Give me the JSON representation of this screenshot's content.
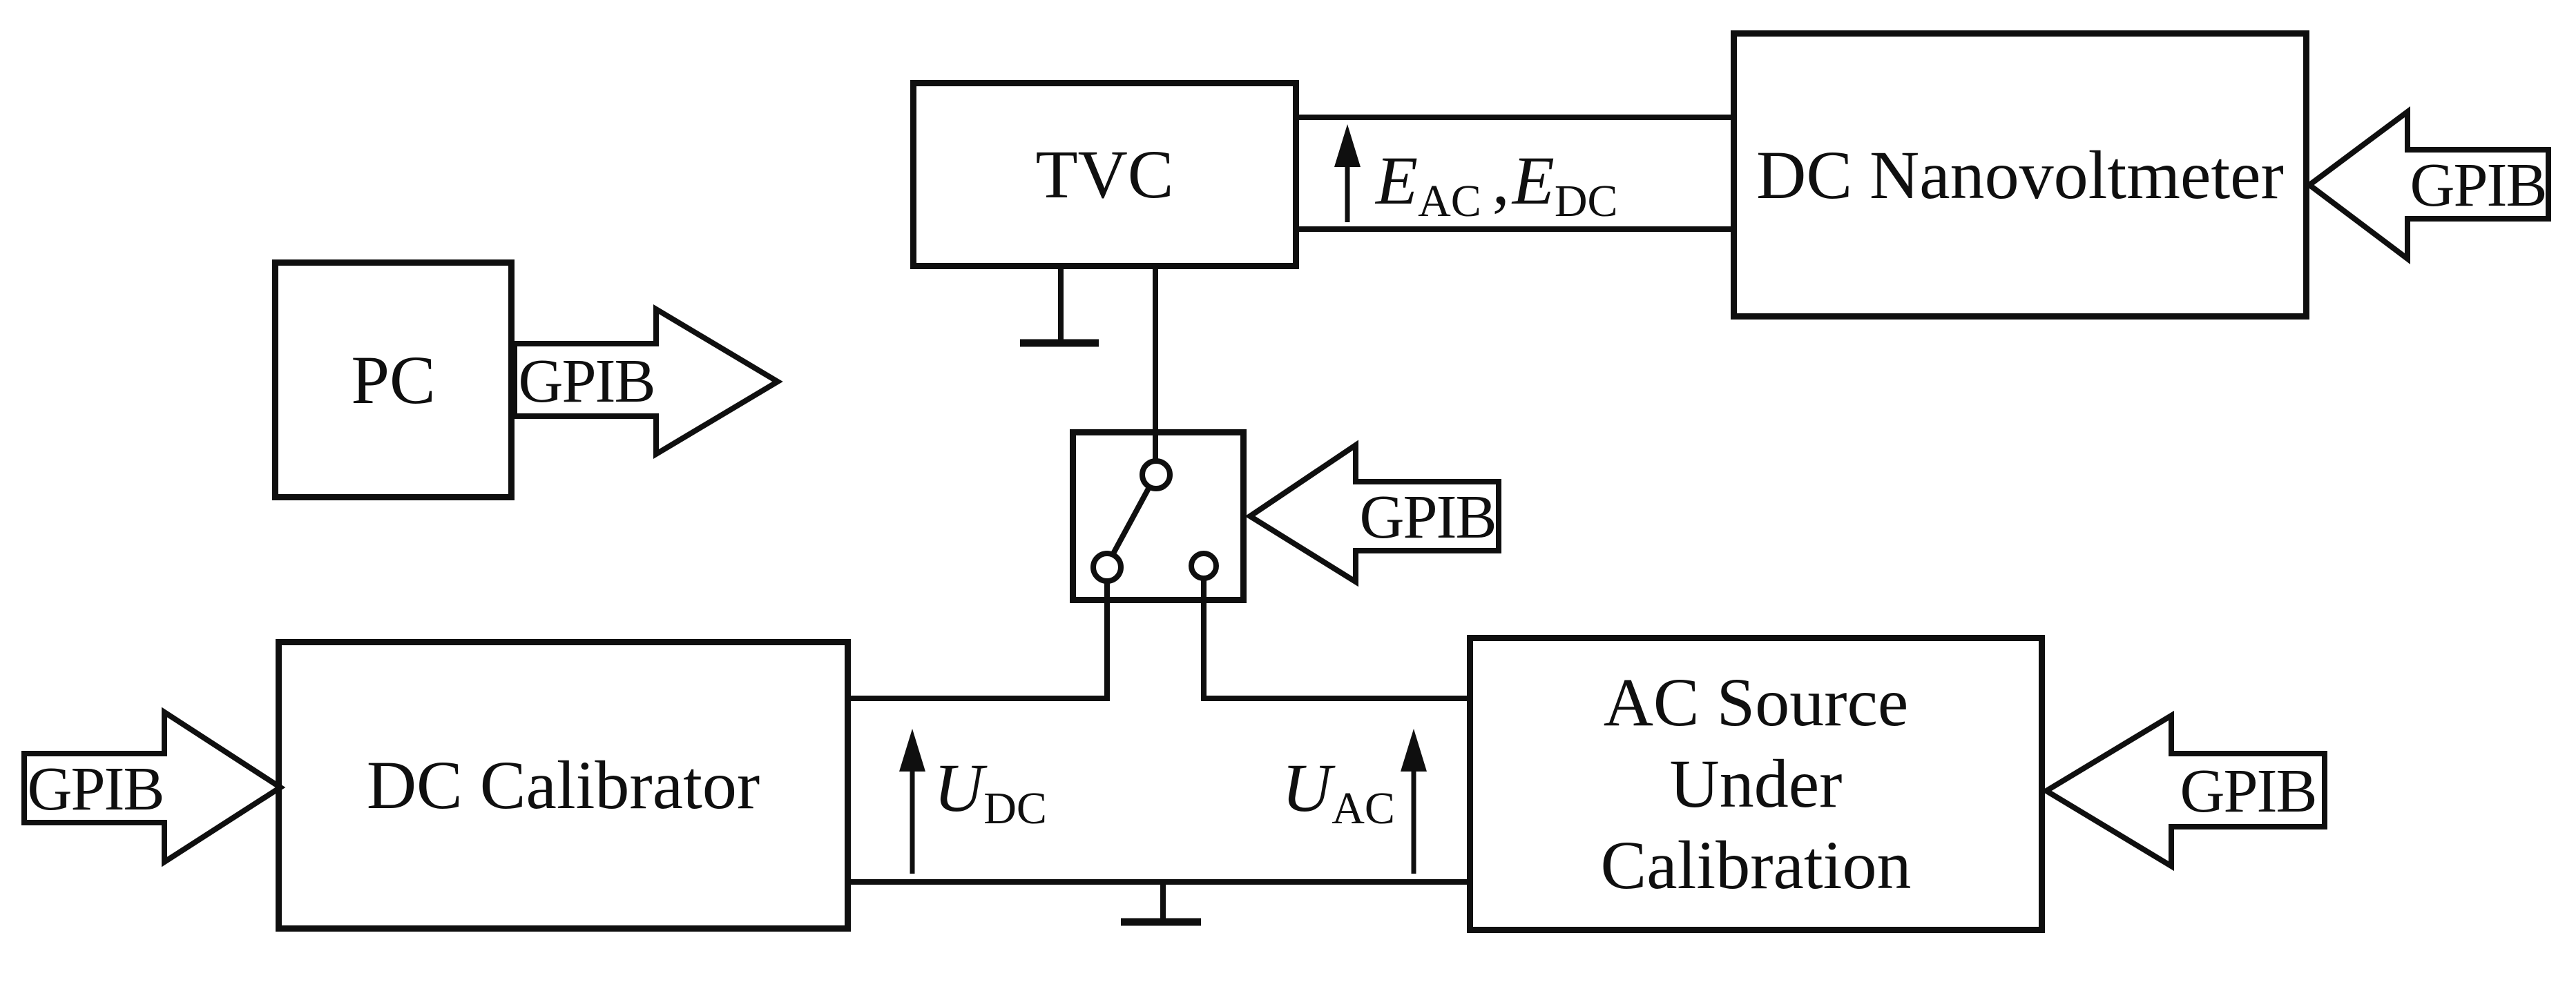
{
  "colors": {
    "line": "#0f0f0f",
    "background": "#ffffff"
  },
  "boxes": {
    "tvc": {
      "label": "TVC"
    },
    "nanovoltmeter": {
      "label": "DC Nanovoltmeter"
    },
    "pc": {
      "label": "PC"
    },
    "dc_calibrator": {
      "label": "DC Calibrator"
    },
    "ac_source": {
      "line1": "AC Source",
      "line2": "Under",
      "line3": "Calibration"
    }
  },
  "gpib_arrows": {
    "pc": {
      "label": "GPIB",
      "direction": "right"
    },
    "dc_calibrator": {
      "label": "GPIB",
      "direction": "right"
    },
    "switch": {
      "label": "GPIB",
      "direction": "left"
    },
    "nanovoltmeter": {
      "label": "GPIB",
      "direction": "left"
    },
    "ac_source": {
      "label": "GPIB",
      "direction": "left"
    }
  },
  "signals": {
    "emf": {
      "e1": "E",
      "e1_sub": "AC",
      "comma": ",",
      "e2": "E",
      "e2_sub": "DC",
      "arrow": "up"
    },
    "u_dc": {
      "base": "U",
      "sub": "DC",
      "arrow": "up"
    },
    "u_ac": {
      "base": "U",
      "sub": "AC",
      "arrow": "up"
    }
  }
}
